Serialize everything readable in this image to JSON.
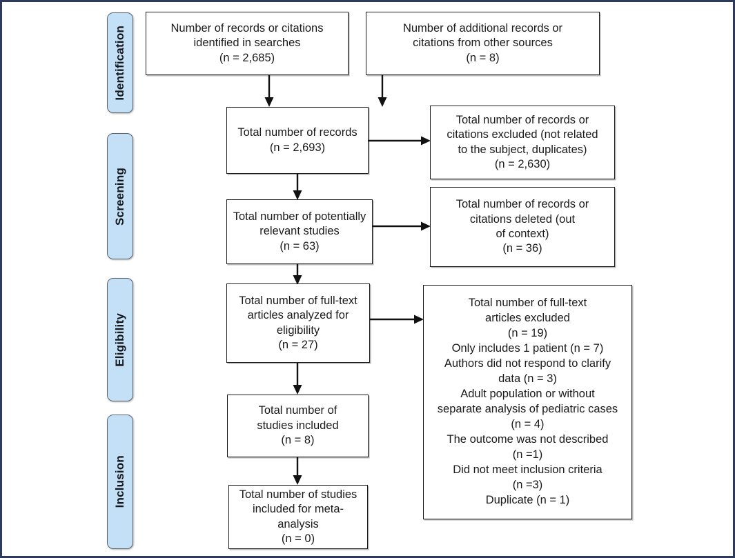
{
  "diagram": {
    "title": "PRISMA study selection flow diagram",
    "type": "flowchart",
    "frame_color": "#2e3a5c",
    "pill_color": "#c3e0f7",
    "box_border_color": "#1a1a1a"
  },
  "stages": [
    {
      "id": "identification",
      "label": "Identification"
    },
    {
      "id": "screening",
      "label": "Screening"
    },
    {
      "id": "eligibility",
      "label": "Eligibility"
    },
    {
      "id": "inclusion",
      "label": "Inclusion"
    }
  ],
  "boxes": {
    "records_identified": {
      "text": "Number of records or citations\nidentified in searches\n(n = 2,685)",
      "n": 2685
    },
    "additional_records": {
      "text": "Number of additional records or\ncitations from other sources\n(n = 8)",
      "n": 8
    },
    "total_records": {
      "text": "Total number of records\n(n = 2,693)",
      "n": 2693
    },
    "records_excluded": {
      "text": "Total number of records or\ncitations excluded (not related\nto the subject, duplicates)\n(n = 2,630)",
      "n": 2630
    },
    "potentially_relevant": {
      "text": "Total number of potentially\nrelevant studies\n(n = 63)",
      "n": 63
    },
    "records_deleted": {
      "text": "Total number of records or\ncitations deleted (out\nof context)\n(n = 36)",
      "n": 36
    },
    "fulltext_assessed": {
      "text": "Total number of full-text\narticles analyzed for\neligibility\n(n = 27)",
      "n": 27
    },
    "fulltext_excluded": {
      "text": "Total number of full-text\narticles excluded\n(n = 19)\nOnly includes 1 patient (n = 7)\nAuthors did not respond to clarify\ndata (n = 3)\nAdult population or without\nseparate analysis of pediatric cases\n(n = 4)\nThe outcome was not described\n(n =1)\nDid not meet inclusion criteria\n(n =3)\nDuplicate (n = 1)",
      "n": 19,
      "reasons": [
        {
          "label": "Only includes 1 patient",
          "n": 7
        },
        {
          "label": "Authors did not respond to clarify data",
          "n": 3
        },
        {
          "label": "Adult population or without separate analysis of pediatric cases",
          "n": 4
        },
        {
          "label": "The outcome was not described",
          "n": 1
        },
        {
          "label": "Did not meet inclusion criteria",
          "n": 3
        },
        {
          "label": "Duplicate",
          "n": 1
        }
      ]
    },
    "studies_included": {
      "text": "Total number of\nstudies included\n(n = 8)",
      "n": 8
    },
    "studies_meta": {
      "text": "Total number of studies\nincluded for meta-analysis\n(n = 0)",
      "n": 0
    }
  }
}
